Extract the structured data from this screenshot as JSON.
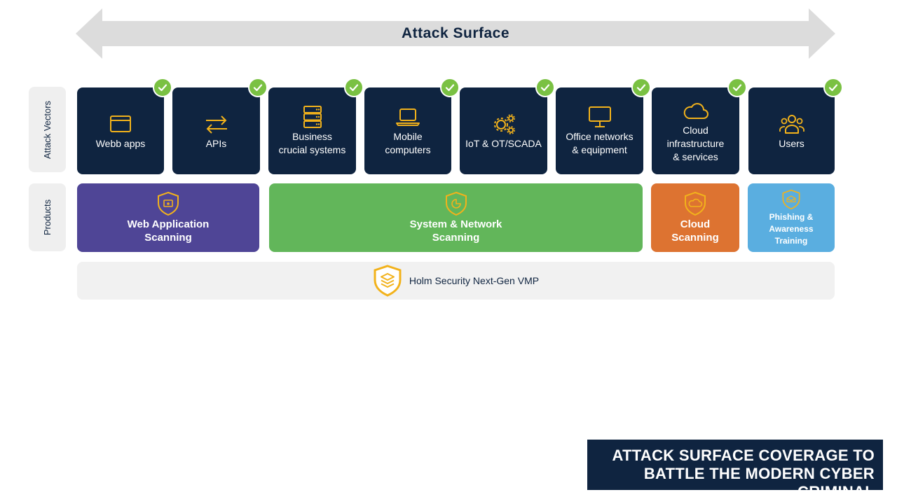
{
  "header": {
    "title": "Attack Surface"
  },
  "side_labels": {
    "vectors": "Attack Vectors",
    "products": "Products"
  },
  "vectors": [
    {
      "label": "Webb apps",
      "icon": "browser-window-icon"
    },
    {
      "label": "APIs",
      "icon": "swap-arrows-icon"
    },
    {
      "label": "Business\ncrucial systems",
      "icon": "server-stack-icon"
    },
    {
      "label": "Mobile\ncomputers",
      "icon": "laptop-icon"
    },
    {
      "label": "IoT & OT/SCADA",
      "icon": "gears-icon"
    },
    {
      "label": "Office networks\n& equipment",
      "icon": "monitor-icon"
    },
    {
      "label": "Cloud\ninfrastructure\n& services",
      "icon": "cloud-icon"
    },
    {
      "label": "Users",
      "icon": "users-icon"
    }
  ],
  "products": [
    {
      "label": "Web Application\nScanning",
      "color": "#4f4596",
      "icon": "web-scan-shield-icon"
    },
    {
      "label": "System & Network\nScanning",
      "color": "#62b65a",
      "icon": "network-scan-shield-icon"
    },
    {
      "label": "Cloud\nScanning",
      "color": "#dd7331",
      "icon": "cloud-scan-shield-icon"
    },
    {
      "label": "Phishing &\nAwareness\nTraining",
      "color": "#5aaee0",
      "icon": "phishing-shield-icon"
    }
  ],
  "platform": {
    "label": "Holm Security Next-Gen VMP",
    "icon": "layers-shield-icon"
  },
  "banner": {
    "line1": "ATTACK SURFACE COVERAGE TO",
    "line2": "BATTLE THE MODERN CYBER CRIMINAL"
  },
  "colors": {
    "navy": "#0f2440",
    "accent_yellow": "#f2b21b",
    "check_green": "#7ac143",
    "arrow_grey": "#dcdcdc",
    "panel_grey": "#f1f1f1"
  }
}
